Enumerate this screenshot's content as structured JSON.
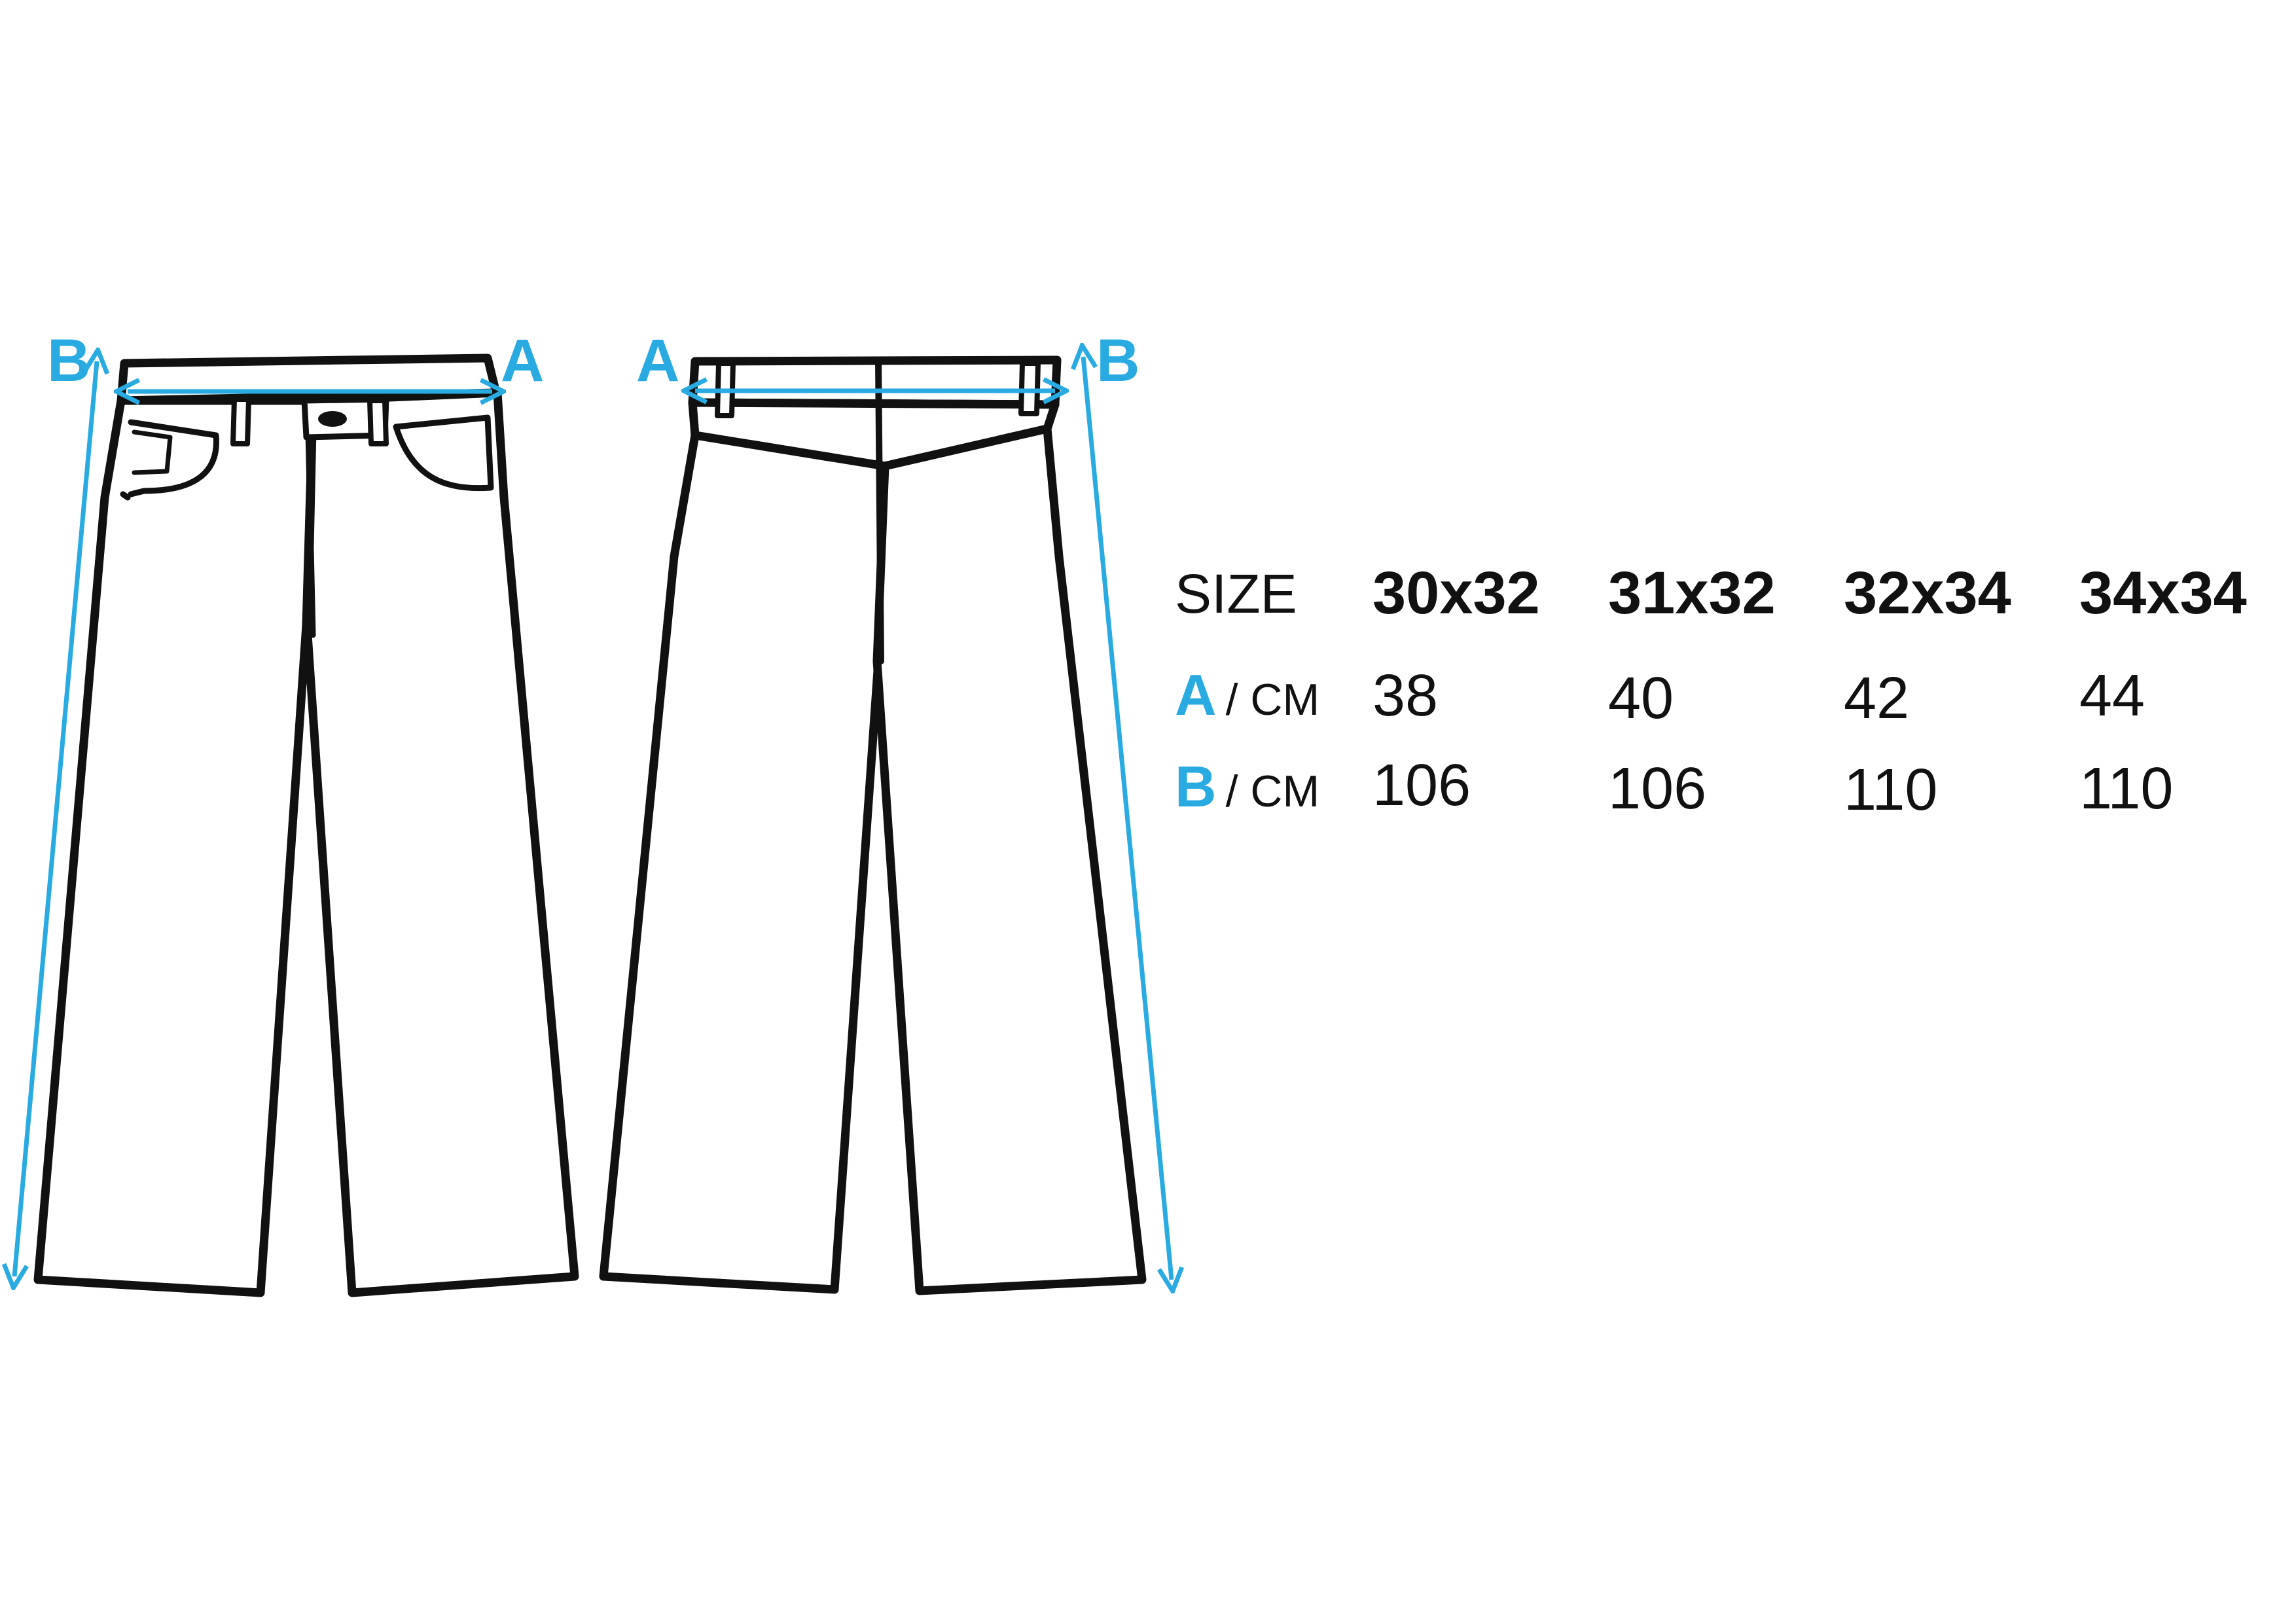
{
  "colors": {
    "accent": "#29abe2",
    "ink": "#111111"
  },
  "labels": {
    "front_left": "B",
    "front_right": "A",
    "back_left": "A",
    "back_right": "B"
  },
  "table": {
    "size_label": "SIZE",
    "sizes": [
      "30x32",
      "31x32",
      "32x34",
      "34x34"
    ],
    "rows": [
      {
        "letter": "A",
        "unit": "/ CM",
        "values": [
          "38",
          "40",
          "42",
          "44"
        ]
      },
      {
        "letter": "B",
        "unit": "/ CM",
        "values": [
          "106",
          "106",
          "110",
          "110"
        ]
      }
    ]
  }
}
